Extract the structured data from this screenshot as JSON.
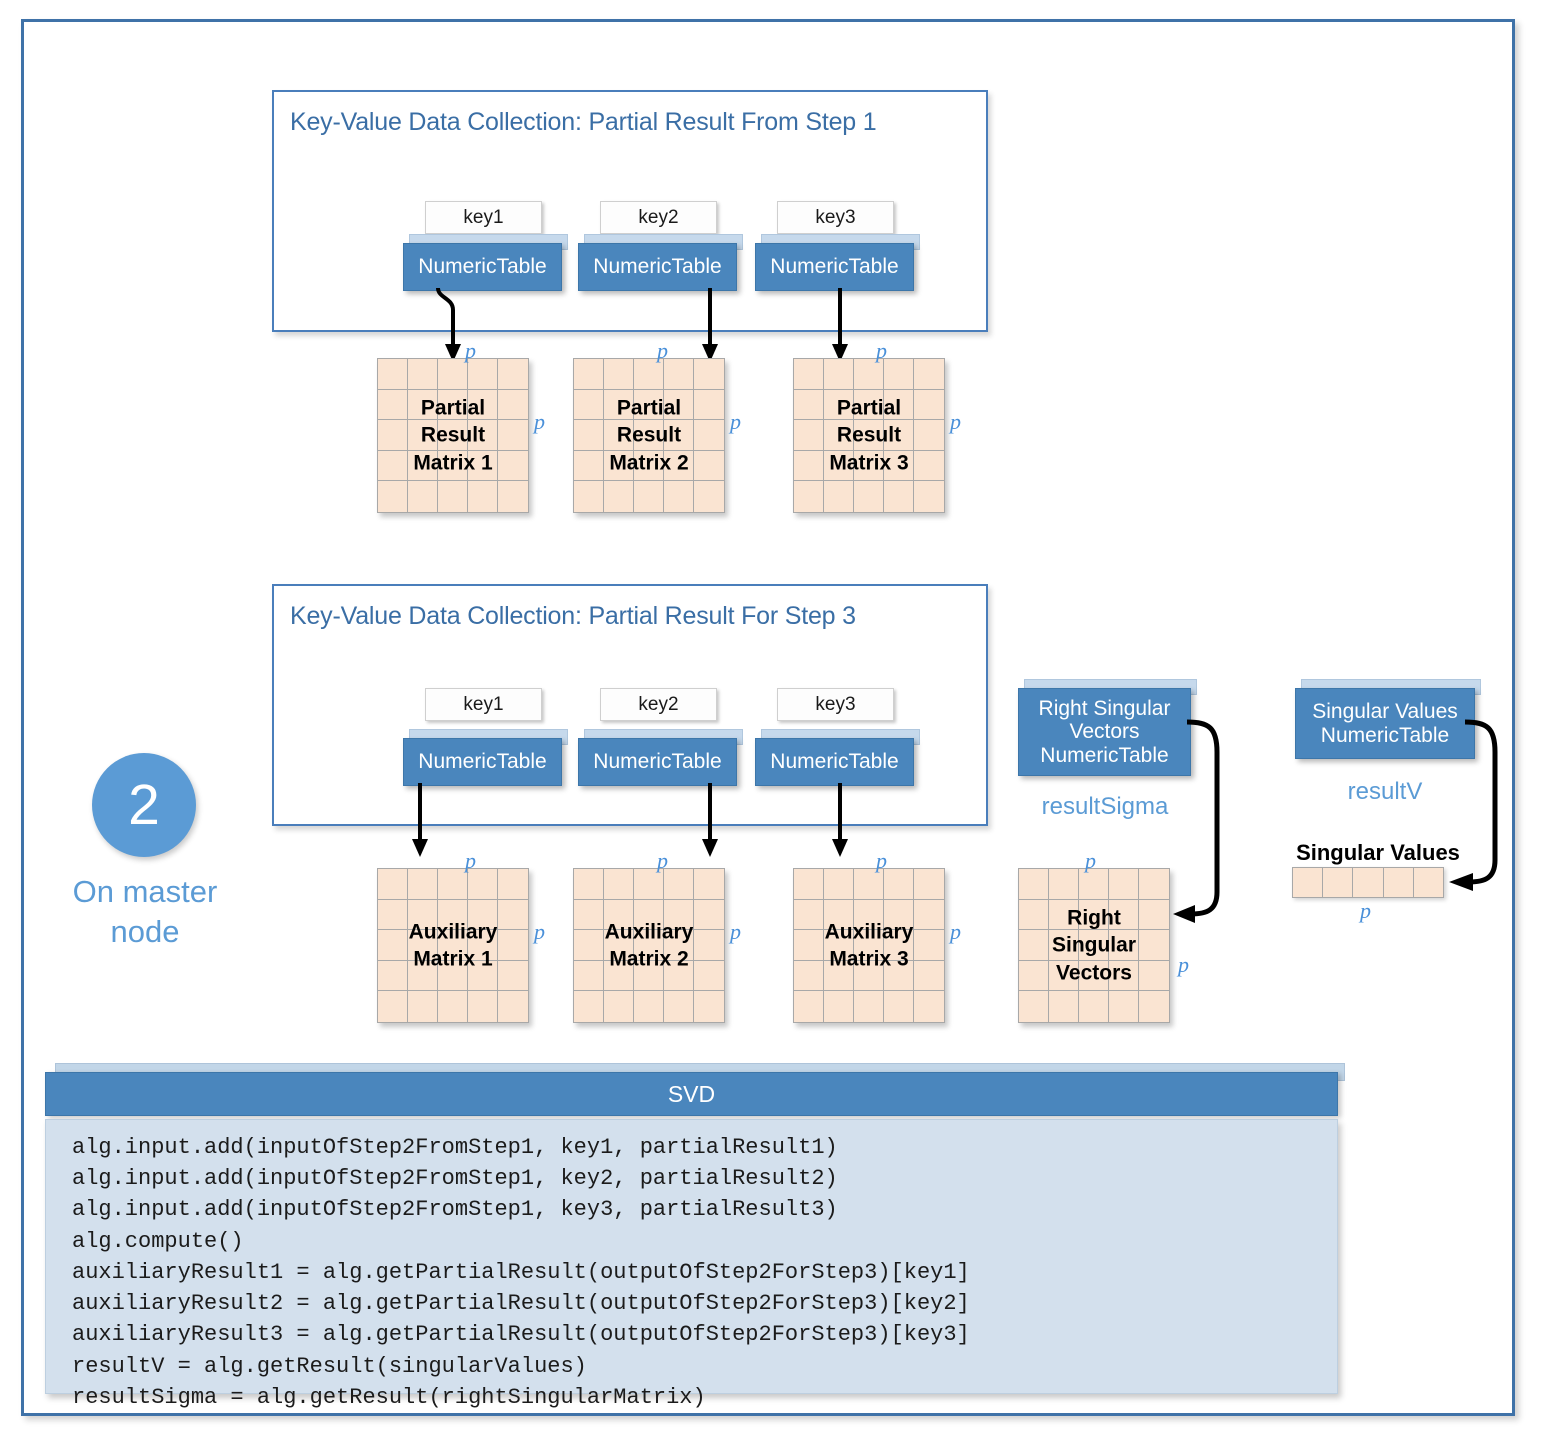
{
  "step": {
    "number": "2",
    "caption": "On master\nnode"
  },
  "collections": [
    {
      "title": "Key-Value Data Collection: Partial Result From Step 1",
      "keys": [
        "key1",
        "key2",
        "key3"
      ],
      "table_label": "NumericTable"
    },
    {
      "title": "Key-Value Data Collection: Partial Result For Step 3",
      "keys": [
        "key1",
        "key2",
        "key3"
      ],
      "table_label": "NumericTable"
    }
  ],
  "partial_matrices": [
    {
      "label": "Partial\nResult\nMatrix 1",
      "dim_top": "p",
      "dim_right": "p"
    },
    {
      "label": "Partial\nResult\nMatrix 2",
      "dim_top": "p",
      "dim_right": "p"
    },
    {
      "label": "Partial\nResult\nMatrix 3",
      "dim_top": "p",
      "dim_right": "p"
    }
  ],
  "auxiliary_matrices": [
    {
      "label": "Auxiliary\nMatrix 1",
      "dim_top": "p",
      "dim_right": "p"
    },
    {
      "label": "Auxiliary\nMatrix 2",
      "dim_top": "p",
      "dim_right": "p"
    },
    {
      "label": "Auxiliary\nMatrix 3",
      "dim_top": "p",
      "dim_right": "p"
    }
  ],
  "results": {
    "right_singular": {
      "table_label": "Right Singular\nVectors\nNumericTable",
      "variable": "resultSigma",
      "matrix_label": "Right\nSingular\nVectors",
      "dim_top": "p",
      "dim_right": "p"
    },
    "singular_values": {
      "table_label": "Singular Values\nNumericTable",
      "variable": "resultV",
      "vector_caption": "Singular Values",
      "dim_bottom": "p",
      "cells": 5
    }
  },
  "code_panel": {
    "title": "SVD",
    "code": "alg.input.add(inputOfStep2FromStep1, key1, partialResult1)\nalg.input.add(inputOfStep2FromStep1, key2, partialResult2)\nalg.input.add(inputOfStep2FromStep1, key3, partialResult3)\nalg.compute()\nauxiliaryResult1 = alg.getPartialResult(outputOfStep2ForStep3)[key1]\nauxiliaryResult2 = alg.getPartialResult(outputOfStep2ForStep3)[key2]\nauxiliaryResult3 = alg.getPartialResult(outputOfStep2ForStep3)[key3]\nresultV = alg.getResult(singularValues)\nresultSigma = alg.getResult(rightSingularMatrix)"
  },
  "colors": {
    "frame_blue": "#3f72a8",
    "table_blue": "#4a86bd",
    "title_blue": "#3a6ea5",
    "accent_blue": "#5b9bd5",
    "matrix_peach": "#fae4d2",
    "code_bg": "#d3e0ed"
  }
}
